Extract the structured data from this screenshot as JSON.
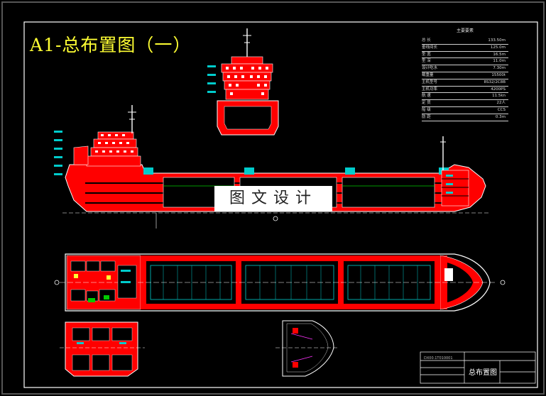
{
  "drawing": {
    "title": "A1-总布置图（一）",
    "watermark": "图文设计",
    "title_block": {
      "drawing_name": "总布置图",
      "drawing_no": "DX00.1T010001"
    }
  },
  "specs": {
    "header": "主要要素",
    "rows": [
      {
        "label": "总 长",
        "value": "133.50m"
      },
      {
        "label": "垂线间长",
        "value": "125.0m"
      },
      {
        "label": "型 宽",
        "value": "16.5m"
      },
      {
        "label": "型 深",
        "value": "11.0m"
      },
      {
        "label": "设计吃水",
        "value": "7.30m"
      },
      {
        "label": "载重量",
        "value": "15500t"
      },
      {
        "label": "主机型号",
        "value": "8S32/2C8B"
      },
      {
        "label": "主机功率",
        "value": "4200PS"
      },
      {
        "label": "航 速",
        "value": "11.5kn"
      },
      {
        "label": "定 员",
        "value": "22人"
      },
      {
        "label": "船 级",
        "value": "CCS"
      },
      {
        "label": "肋 距",
        "value": "0.3m"
      }
    ]
  },
  "colors": {
    "background": "#000000",
    "hull": "#ff0000",
    "outline": "#ffffff",
    "hatch": "#00cccc",
    "title": "#ffff33"
  }
}
